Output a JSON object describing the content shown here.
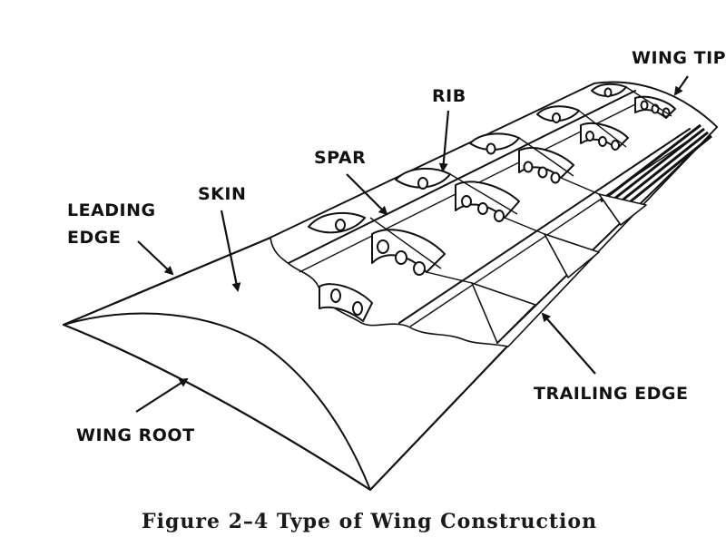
{
  "labels": {
    "wing_tip": "WING TIP",
    "rib": "RIB",
    "spar": "SPAR",
    "skin": "SKIN",
    "leading_1": "LEADING",
    "leading_2": "EDGE",
    "trailing_edge": "TRAILING EDGE",
    "wing_root": "WING ROOT"
  },
  "caption": "Figure 2–4   Type of Wing Construction"
}
